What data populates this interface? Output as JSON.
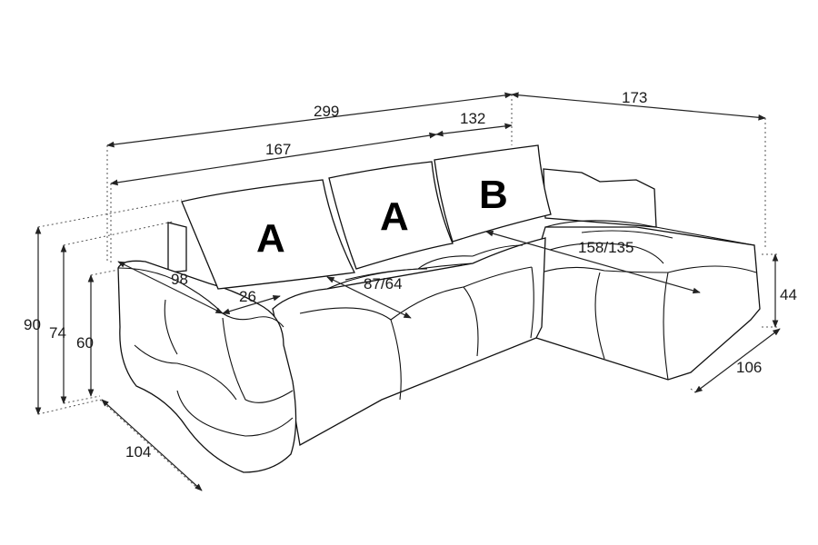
{
  "diagram": {
    "cushion_labels": {
      "left_a": "A",
      "mid_a": "A",
      "right_b": "B"
    },
    "dimensions": {
      "total_width": "299",
      "seat_width": "167",
      "chaise_part_width": "132",
      "chaise_depth_top": "173",
      "arm_depth": "98",
      "arm_width": "26",
      "seat_depth": "87/64",
      "chaise_seat_length": "158/135",
      "height_total": "90",
      "height_back": "74",
      "height_arm": "60",
      "seat_height": "44",
      "depth_front": "104",
      "chaise_width": "106"
    }
  }
}
